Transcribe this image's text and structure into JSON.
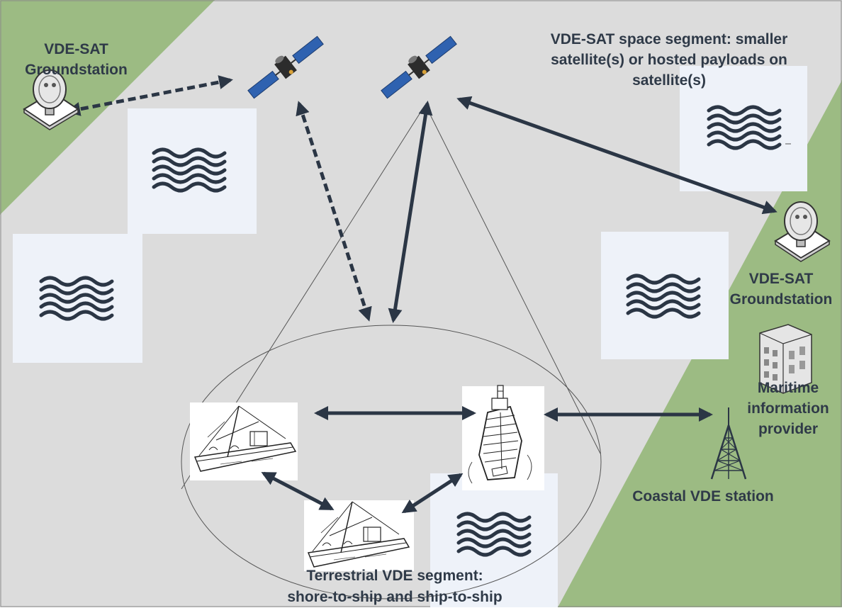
{
  "labels": {
    "gs_left": [
      "VDE-SAT",
      "Groundstation"
    ],
    "space_segment": [
      "VDE-SAT space segment: smaller",
      "satellite(s) or hosted payloads on",
      "satellite(s)"
    ],
    "gs_right": [
      "VDE-SAT",
      "Groundstation"
    ],
    "info_provider": [
      "Maritime",
      "information",
      "provider"
    ],
    "coastal_station": "Coastal VDE station",
    "terrestrial_segment": [
      "Terrestrial VDE segment:",
      "shore-to-ship and ship-to-ship"
    ]
  },
  "icons": {
    "satellites": [
      "satellite-icon",
      "satellite-icon"
    ],
    "groundstations": [
      "dish-antenna-icon",
      "dish-antenna-icon"
    ],
    "building": "building-icon",
    "tower": "radio-tower-icon",
    "ships": [
      "fishing-vessel-icon",
      "cargo-ship-icon",
      "fishing-vessel-icon"
    ],
    "sea_tiles": "waves-icon"
  },
  "links": {
    "dashed": [
      "groundstation-left to satellite-1",
      "satellite-1 to coverage-area"
    ],
    "solid": [
      "satellite-2 to coverage-area",
      "satellite-2 to groundstation-right",
      "ship-1 to ship-2",
      "ship-2 to coastal-station",
      "ship-1 to ship-3",
      "ship-3 to ship-2"
    ]
  },
  "colors": {
    "land": "#9cbb83",
    "sea": "#dcdcdc",
    "tile": "#eef2f9",
    "arrow": "#2b3645",
    "text": "#2f3a48",
    "solar_panel": "#2f62b0"
  }
}
